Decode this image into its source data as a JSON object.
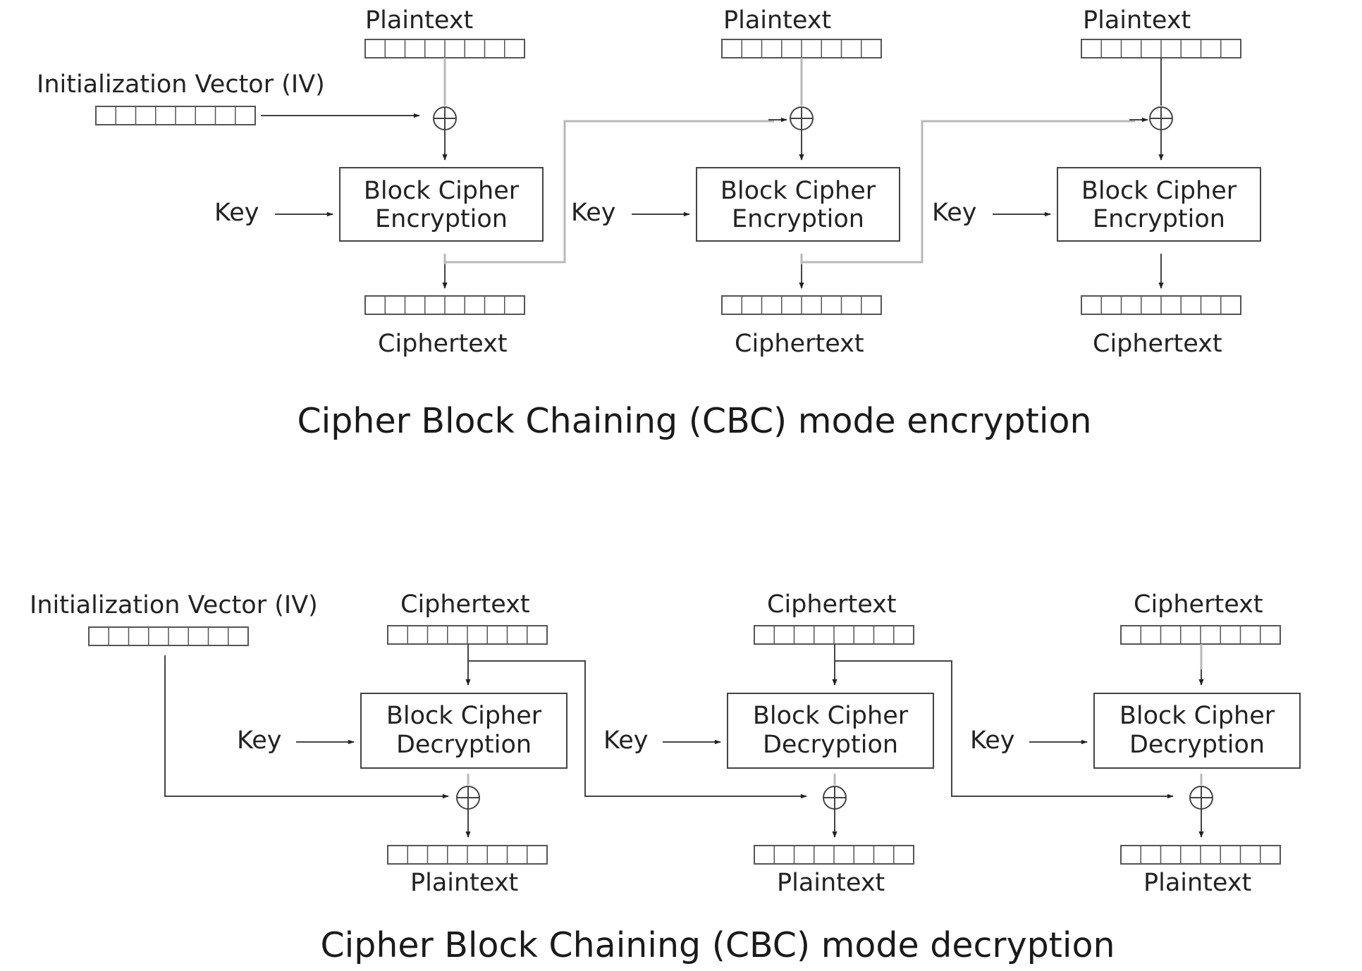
{
  "encryption": {
    "title": "Cipher Block Chaining (CBC) mode encryption",
    "iv_label": "Initialization Vector (IV)",
    "stages": [
      {
        "input_label": "Plaintext",
        "key_label": "Key",
        "box_line1": "Block Cipher",
        "box_line2": "Encryption",
        "output_label": "Ciphertext"
      },
      {
        "input_label": "Plaintext",
        "key_label": "Key",
        "box_line1": "Block Cipher",
        "box_line2": "Encryption",
        "output_label": "Ciphertext"
      },
      {
        "input_label": "Plaintext",
        "key_label": "Key",
        "box_line1": "Block Cipher",
        "box_line2": "Encryption",
        "output_label": "Ciphertext"
      }
    ]
  },
  "decryption": {
    "title": "Cipher Block Chaining (CBC) mode decryption",
    "iv_label": "Initialization Vector (IV)",
    "stages": [
      {
        "input_label": "Ciphertext",
        "key_label": "Key",
        "box_line1": "Block Cipher",
        "box_line2": "Decryption",
        "output_label": "Plaintext"
      },
      {
        "input_label": "Ciphertext",
        "key_label": "Key",
        "box_line1": "Block Cipher",
        "box_line2": "Decryption",
        "output_label": "Plaintext"
      },
      {
        "input_label": "Ciphertext",
        "key_label": "Key",
        "box_line1": "Block Cipher",
        "box_line2": "Decryption",
        "output_label": "Plaintext"
      }
    ]
  }
}
